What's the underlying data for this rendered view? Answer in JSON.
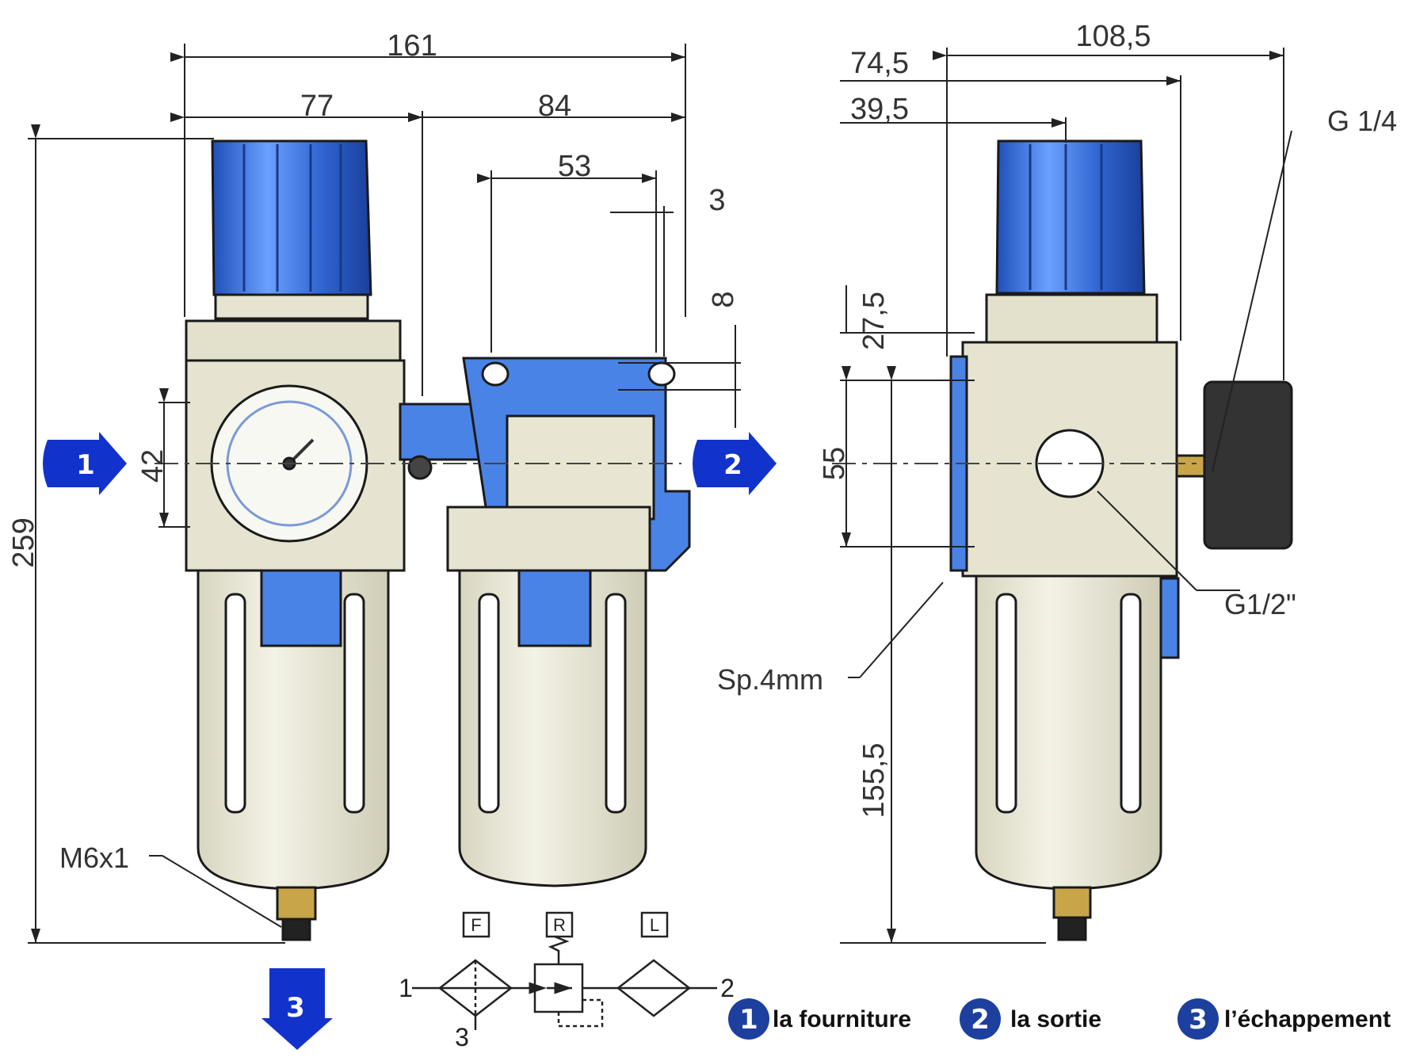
{
  "dimensions": {
    "overall_width": "161",
    "left_width": "77",
    "right_width": "84",
    "mount_spacing": "53",
    "bracket_thickness": "3",
    "slot_height": "8",
    "port_height": "42",
    "overall_height": "259",
    "side_overall": "108,5",
    "side_mid": "74,5",
    "side_inner": "39,5",
    "upper_offset": "27,5",
    "port_spacing": "55",
    "lower_height": "155,5"
  },
  "callouts": {
    "gauge_thread": "G 1/4",
    "port_thread": "G1/2\"",
    "bracket_thickness": "Sp.4mm",
    "drain_thread": "M6x1"
  },
  "ports": {
    "inlet": "1",
    "outlet": "2",
    "exhaust": "3"
  },
  "symbol": {
    "filter_box": "F",
    "regulator_box": "R",
    "lubricator_box": "L",
    "port_in": "1",
    "port_out": "2",
    "port_exhaust": "3"
  },
  "legend": [
    {
      "number": "1",
      "label": "la fourniture"
    },
    {
      "number": "2",
      "label": "la sortie"
    },
    {
      "number": "3",
      "label": "l’échappement"
    }
  ],
  "colors": {
    "knob_blue": "#3d6fd6",
    "bracket_blue": "#4a83e6",
    "arrow_blue": "#1133cc",
    "legend_blue": "#1d3f9e",
    "body_cream": "#e8e6d2",
    "outline": "#1a1a1a"
  }
}
